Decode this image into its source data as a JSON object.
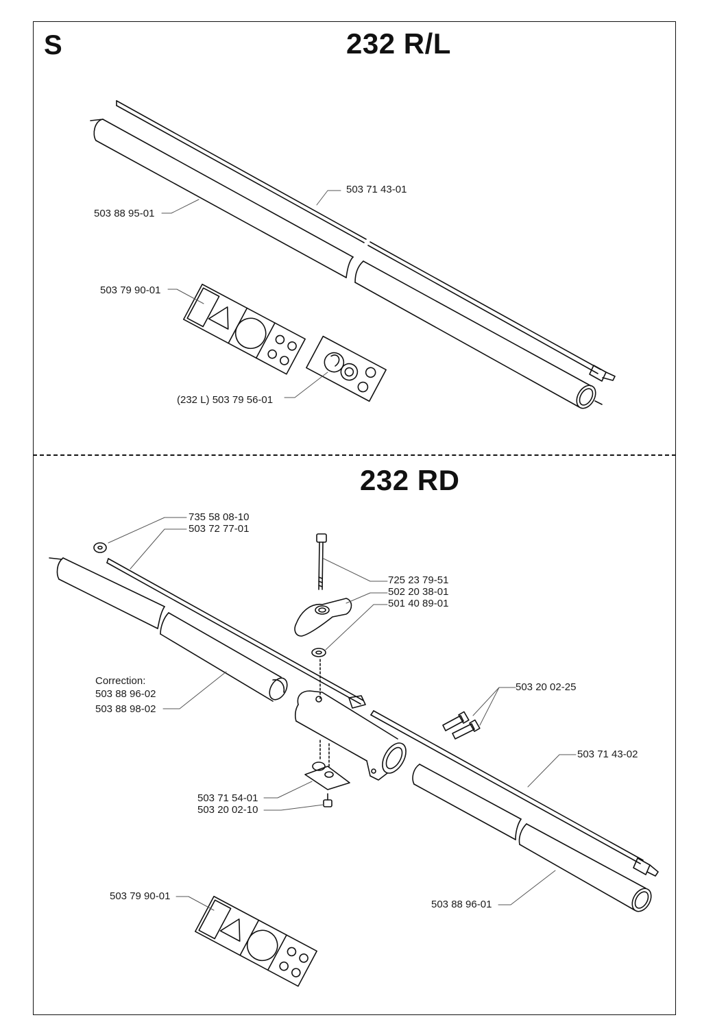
{
  "section_letter": "S",
  "top_section": {
    "title": "232 R/L",
    "labels": {
      "drive_shaft": "503 71 43-01",
      "tube": "503 88 95-01",
      "decal": "503 79 90-01",
      "decal_232l": "(232 L) 503 79 56-01"
    }
  },
  "bottom_section": {
    "title": "232 RD",
    "labels": {
      "washer": "735 58 08-10",
      "shaft_front": "503 72 77-01",
      "bolt": "725 23 79-51",
      "knob": "502 20 38-01",
      "knob_washer": "501 40 89-01",
      "correction_heading": "Correction:",
      "correction_number": "503 88 96-02",
      "front_tube": "503 88 98-02",
      "screws": "503 20 02-25",
      "rear_shaft": "503 71 43-02",
      "bracket": "503 71 54-01",
      "bracket_screw": "503 20 02-10",
      "decal": "503 79 90-01",
      "rear_tube": "503 88 96-01"
    }
  },
  "colors": {
    "line": "#111111",
    "paper": "#ffffff",
    "leader": "#555555"
  }
}
